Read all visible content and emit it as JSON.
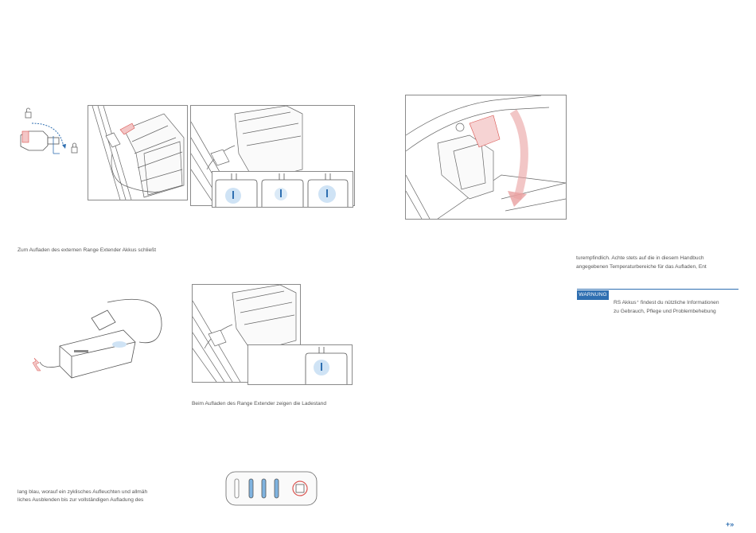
{
  "captions": {
    "left_charge_intro": "Zum Aufladen des externen Range Extender Akkus schließt",
    "middle_charge_status": "Beim Aufladen des Range Extender zeigen die Ladestand",
    "bottom_left_line1": "lang blau, worauf ein zyklisches Aufleuchten und allmäh",
    "bottom_left_line2": "liches Ausblenden bis zur vollständigen Aufladung des",
    "right_line1": "turempfindlich. Achte stets auf die in diesem Handbuch",
    "right_line2": "angegebenen Temperaturbereiche für das Aufladen, Ent",
    "warning_line1": "RS Akkus⁺ findest du nützliche Informationen",
    "warning_line2": "zu Gebrauch, Pflege und Problembehebung"
  },
  "warning_label": "WARNUNG",
  "next_page_marker": "+»",
  "colors": {
    "accent_blue": "#2f6fb1",
    "led_blue": "#7fb3e0",
    "highlight_red": "#d9534f",
    "line_gray": "#555555"
  }
}
